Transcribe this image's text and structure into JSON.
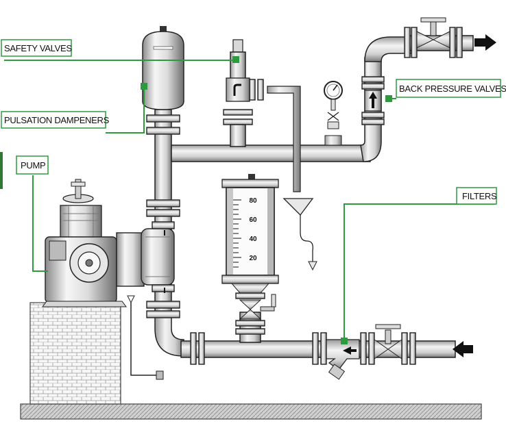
{
  "labels": {
    "safety_valves": "SAFETY VALVES",
    "pulsation_dampeners": "PULSATION DAMPENERS",
    "pump": "PUMP",
    "back_pressure_valves": "BACK PRESSURE VALVES",
    "filters": "FILTERS"
  },
  "calibration_column": {
    "ticks": [
      "80",
      "60",
      "40",
      "20"
    ]
  },
  "colors": {
    "accent": "#2e9a3e",
    "pipe_light": "#f2f2f2",
    "pipe_dark": "#8a8a8a",
    "outline": "#222222",
    "floor": "#bdbdbd"
  },
  "icons": [
    "arrow-right-icon",
    "arrow-left-icon",
    "pressure-gauge-icon",
    "handwheel-icon"
  ]
}
